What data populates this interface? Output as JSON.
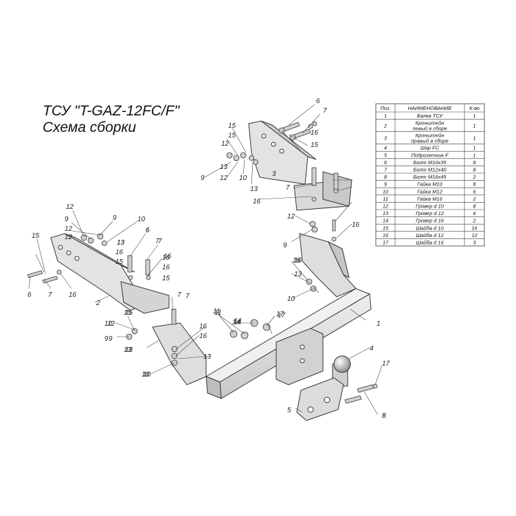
{
  "title": {
    "line1": "ТСУ \"T-GAZ-12FC/F\"",
    "line2": "Схема сборки"
  },
  "table": {
    "headers": [
      "Поз.",
      "НАИМЕНОВАНИЕ",
      "К-во"
    ],
    "rows": [
      {
        "pos": "1",
        "name": [
          "Балка ТСУ"
        ],
        "qty": "1"
      },
      {
        "pos": "2",
        "name": [
          "Кронштейн",
          "левый в сборе"
        ],
        "qty": "1"
      },
      {
        "pos": "3",
        "name": [
          "Кронштейн",
          "правый в сборе"
        ],
        "qty": "1"
      },
      {
        "pos": "4",
        "name": [
          "Шар FC"
        ],
        "qty": "1"
      },
      {
        "pos": "5",
        "name": [
          "Подрозетник F"
        ],
        "qty": "1"
      },
      {
        "pos": "6",
        "name": [
          "Болт М10х35"
        ],
        "qty": "8"
      },
      {
        "pos": "7",
        "name": [
          "Болт М12х40"
        ],
        "qty": "8"
      },
      {
        "pos": "8",
        "name": [
          "Болт М16х45"
        ],
        "qty": "2"
      },
      {
        "pos": "9",
        "name": [
          "Гайка М10"
        ],
        "qty": "8"
      },
      {
        "pos": "10",
        "name": [
          "Гайка М12"
        ],
        "qty": "6"
      },
      {
        "pos": "11",
        "name": [
          "Гайка  М16"
        ],
        "qty": "2"
      },
      {
        "pos": "12",
        "name": [
          "Гровер d 10"
        ],
        "qty": "8"
      },
      {
        "pos": "13",
        "name": [
          "Гровер d 12"
        ],
        "qty": "6"
      },
      {
        "pos": "14",
        "name": [
          "Гровер d 16"
        ],
        "qty": "2"
      },
      {
        "pos": "15",
        "name": [
          "Шайба d 10"
        ],
        "qty": "16"
      },
      {
        "pos": "16",
        "name": [
          "Шайба d 12"
        ],
        "qty": "12"
      },
      {
        "pos": "17",
        "name": [
          "Шайба d 16"
        ],
        "qty": "3"
      }
    ]
  },
  "callouts": [
    "1",
    "2",
    "3",
    "4",
    "5",
    "6",
    "7",
    "8",
    "9",
    "10",
    "11",
    "12",
    "13",
    "14",
    "15",
    "16",
    "17",
    "6",
    "7",
    "15",
    "16",
    "15",
    "12",
    "13",
    "16",
    "9",
    "12",
    "10",
    "13",
    "7",
    "16",
    "12",
    "9",
    "7",
    "16",
    "16",
    "13",
    "10",
    "12",
    "9",
    "12",
    "15",
    "16",
    "13",
    "16",
    "15",
    "6",
    "7",
    "16",
    "6",
    "7",
    "15",
    "7",
    "12",
    "15",
    "9",
    "13",
    "16",
    "10",
    "11",
    "14",
    "17",
    "16",
    "13",
    "17",
    "8",
    "12",
    "13",
    "16",
    "9",
    "10",
    "15",
    "14"
  ],
  "colors": {
    "line": "#333333",
    "part_fill": "#e6e6e6",
    "part_shade": "#c9c9c9",
    "text": "#111111"
  }
}
